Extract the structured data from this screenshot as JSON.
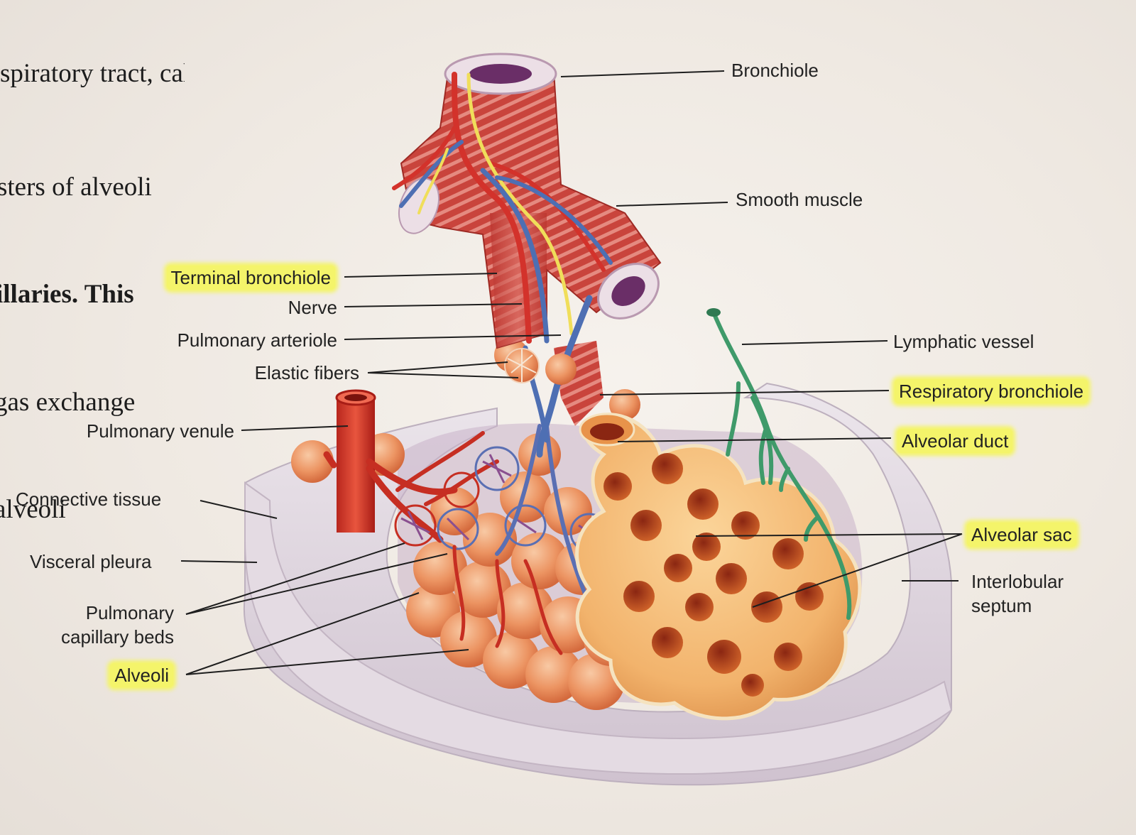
{
  "body_text": {
    "lines": [
      {
        "text": "spiratory tract, called",
        "bold": false
      },
      {
        "text": "sters of alveoli",
        "bold": false
      },
      {
        "text": "illaries. This",
        "bold": true
      },
      {
        "text": "gas exchange",
        "bold": false
      },
      {
        "text": "alveoli",
        "bold": false
      }
    ]
  },
  "labels": {
    "bronchiole": "Bronchiole",
    "smooth_muscle": "Smooth muscle",
    "terminal_bronchiole": "Terminal bronchiole",
    "nerve": "Nerve",
    "pulmonary_arteriole": "Pulmonary arteriole",
    "elastic_fibers": "Elastic fibers",
    "pulmonary_venule": "Pulmonary venule",
    "connective_tissue": "Connective tissue",
    "visceral_pleura": "Visceral pleura",
    "pulmonary_capillary_beds": "Pulmonary capillary beds",
    "alveoli": "Alveoli",
    "lymphatic_vessel": "Lymphatic vessel",
    "respiratory_bronchiole": "Respiratory bronchiole",
    "alveolar_duct": "Alveolar duct",
    "alveolar_sac": "Alveolar sac",
    "interlobular_septum": "Interlobular septum"
  },
  "highlighted": [
    "Terminal bronchiole",
    "Respiratory bronchiole",
    "Alveolar duct",
    "Alveolar sac",
    "Alveoli"
  ],
  "colors": {
    "highlight": "#f4f46a",
    "muscle": "#c8413c",
    "artery": "#d3322b",
    "vein": "#4e6fb3",
    "nerve": "#f0de5a",
    "lymph": "#3f9a6a",
    "alveolus": "#f0a06a",
    "pleura": "#ddd3dc"
  }
}
